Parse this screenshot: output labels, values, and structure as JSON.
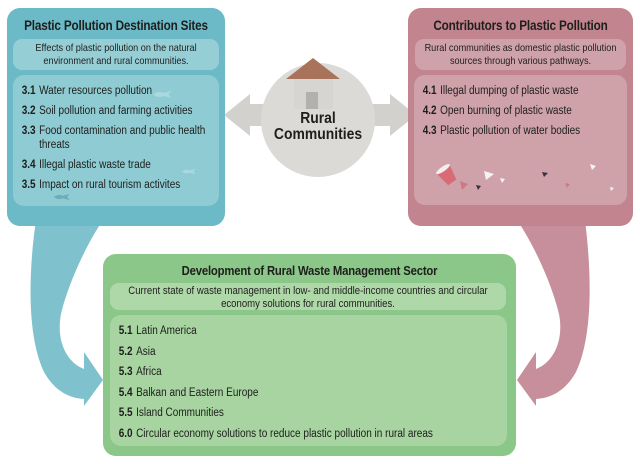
{
  "hub": {
    "label_line1": "Rural",
    "label_line2": "Communities",
    "icon": "house-icon"
  },
  "boxes": {
    "left": {
      "title": "Plastic Pollution Destination Sites",
      "subtitle": "Effects of plastic pollution on the natural environment and rural communities.",
      "items": [
        {
          "num": "3.1",
          "text": "Water resources pollution"
        },
        {
          "num": "3.2",
          "text": "Soil pollution and farming activities"
        },
        {
          "num": "3.3",
          "text": "Food contamination and public health threats"
        },
        {
          "num": "3.4",
          "text": "Illegal plastic waste trade"
        },
        {
          "num": "3.5",
          "text": "Impact on rural tourism activites"
        }
      ],
      "decor_icons": [
        "fish-icon",
        "fish-icon",
        "fish-icon"
      ]
    },
    "right": {
      "title": "Contributors to Plastic Pollution",
      "subtitle": "Rural communities as domestic plastic pollution sources through various pathways.",
      "items": [
        {
          "num": "4.1",
          "text": "Illegal dumping of plastic waste"
        },
        {
          "num": "4.2",
          "text": "Open burning of plastic waste"
        },
        {
          "num": "4.3",
          "text": "Plastic pollution of water bodies"
        }
      ],
      "decor_icons": [
        "cup-icon",
        "plastic-fragment-icons"
      ]
    },
    "bottom": {
      "title": "Development of Rural Waste Management Sector",
      "subtitle": "Current state of waste management in low- and middle-income countries and circular economy solutions for rural communities.",
      "items": [
        {
          "num": "5.1",
          "text": "Latin America"
        },
        {
          "num": "5.2",
          "text": "Asia"
        },
        {
          "num": "5.3",
          "text": "Africa"
        },
        {
          "num": "5.4",
          "text": "Balkan and Eastern Europe"
        },
        {
          "num": "5.5",
          "text": "Island Communities"
        },
        {
          "num": "6.0",
          "text": "Circular economy solutions to reduce plastic pollution in rural areas"
        }
      ]
    }
  },
  "connectors": {
    "double_arrow": "gray-double-headed-arrow between left and right boxes",
    "teal_arrow": "curved arrow from left box to bottom box",
    "pink_arrow": "curved arrow from right box to bottom box"
  },
  "colors": {
    "teal_box": "#6cb9c7",
    "teal_panel": "#8fcbd3",
    "teal_arrow": "#7fc2cd",
    "rose_box": "#c2858f",
    "rose_panel": "#cfa2aa",
    "rose_arrow": "#c78f9b",
    "green_box": "#8bc789",
    "green_panel": "#a7d4a1",
    "gray_arrow": "#d2d1cd",
    "hub_circle": "#dbdad6",
    "house_roof": "#a8735a",
    "house_body": "#d6d5d1",
    "house_door": "#b2b1ad",
    "text": "#1e1e1c",
    "background": "#ffffff"
  }
}
